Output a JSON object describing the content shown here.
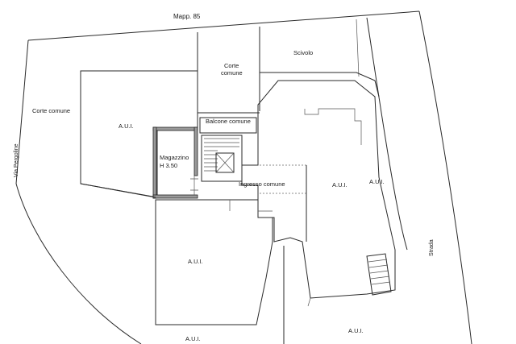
{
  "plan": {
    "labels": {
      "mapp": "Mapp. 85",
      "via": "Via Pergoline",
      "strada": "Strada",
      "corte_comune_left": "Corte comune",
      "corte_comune_top_1": "Corte",
      "corte_comune_top_2": "comune",
      "scivolo": "Scivolo",
      "balcone_comune": "Balcone comune",
      "magazzino_1": "Magazzino",
      "magazzino_2": "H 3.50",
      "ingresso_comune": "Ingresso comune",
      "aui_left": "A.U.I.",
      "aui_center_right": "A.U.I.",
      "aui_far_right": "A.U.I.",
      "aui_lower_center": "A.U.I.",
      "aui_bottom_center": "A.U.I.",
      "aui_bottom_right": "A.U.I."
    }
  }
}
